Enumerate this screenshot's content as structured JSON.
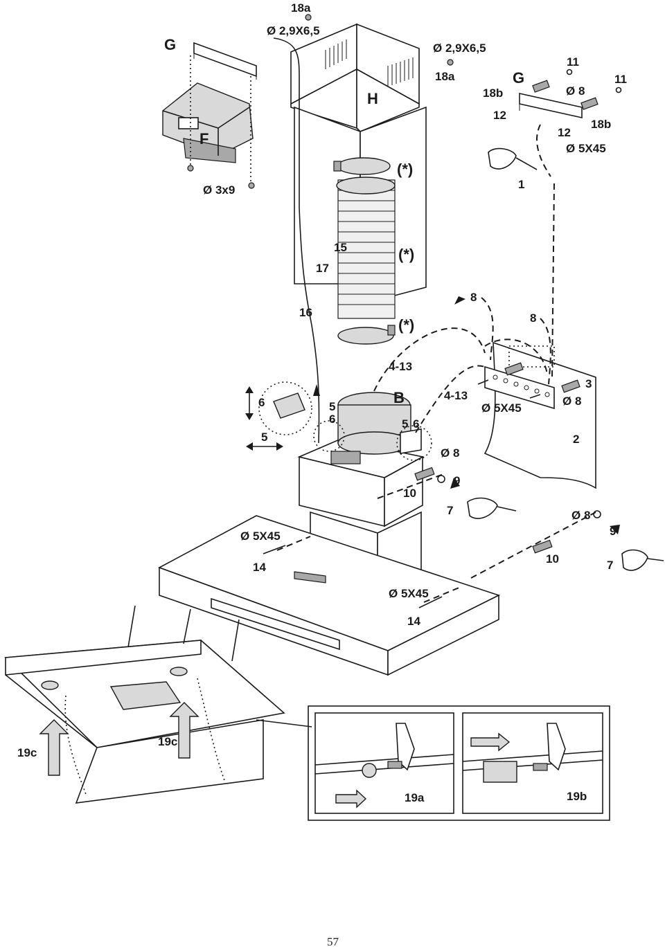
{
  "labels": {
    "top_screw_a": "18a",
    "top_screw_dim": "Ø 2,9X6,5",
    "right_screw_dim": "Ø 2,9X6,5",
    "right_screw_a": "18a",
    "bracket_left": "G",
    "filter_box": "F",
    "filter_screw_dim": "Ø 3x9",
    "chimney": "H",
    "clamp_top": "(*)",
    "clamp_mid": "(*)",
    "clamp_bottom": "(*)",
    "bracket_right": "G",
    "n11_a": "11",
    "n11_b": "11",
    "n18b_a": "18b",
    "n18b_b": "18b",
    "n12_a": "12",
    "n12_b": "12",
    "dia8_top": "Ø 8",
    "dia5x45_top": "Ø 5X45",
    "step1": "1",
    "n15": "15",
    "n17": "17",
    "n16": "16",
    "n8_a": "8",
    "n8_b": "8",
    "n4_13_a": "4-13",
    "n4_13_b": "4-13",
    "motor": "B",
    "n6_a": "6",
    "n5_a": "5",
    "n6_b": "6",
    "n5_b": "5",
    "n5_c": "5",
    "n6_c": "6",
    "dia5x45_mid": "Ø 5X45",
    "dia8_mid": "Ø 8",
    "n3": "3",
    "n2": "2",
    "dia8_left": "Ø 8",
    "n9_a": "9",
    "n10_a": "10",
    "n7_a": "7",
    "dia8_right": "Ø 8",
    "n9_b": "9",
    "n10_b": "10",
    "n7_b": "7",
    "dia5x45_left": "Ø 5X45",
    "n14_a": "14",
    "dia5x45_bottom": "Ø 5X45",
    "n14_b": "14",
    "n19c_a": "19c",
    "n19c_b": "19c",
    "n19a": "19a",
    "n19b": "19b",
    "page_number": "57"
  },
  "icons": [
    "screw-icon",
    "hand-pencil-icon",
    "arrow-icon",
    "wall-plug-icon",
    "washer-icon"
  ]
}
